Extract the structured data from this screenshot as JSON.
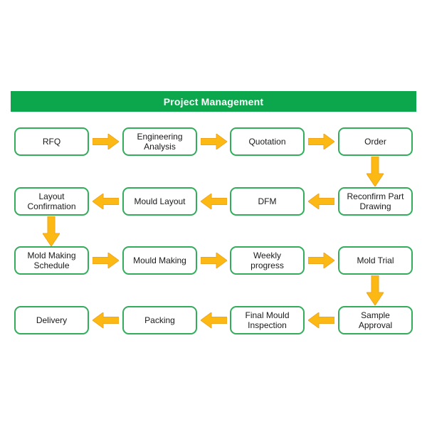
{
  "header": {
    "title": "Project Management"
  },
  "colors": {
    "header_bg": "#0CA64C",
    "header_text": "#FFFFFF",
    "box_border": "#33AD5C",
    "box_fill": "#FFFFFF",
    "arrow_fill": "#FDB913",
    "arrow_edge": "#EEA41F",
    "text": "#1A1A1A"
  },
  "flow": {
    "rows": [
      {
        "direction": "right",
        "boxes": [
          "RFQ",
          "Engineering\nAnalysis",
          "Quotation",
          "Order"
        ]
      },
      {
        "direction": "left",
        "boxes": [
          "Layout\nConfirmation",
          "Mould Layout",
          "DFM",
          "Reconfirm Part\nDrawing"
        ]
      },
      {
        "direction": "right",
        "boxes": [
          "Mold Making\nSchedule",
          "Mould Making",
          "Weekly\nprogress",
          "Mold Trial"
        ]
      },
      {
        "direction": "left",
        "boxes": [
          "Delivery",
          "Packing",
          "Final Mould\nInspection",
          "Sample\nApproval"
        ]
      }
    ],
    "vertical_connectors": [
      {
        "from": "Order",
        "to": "Reconfirm Part Drawing"
      },
      {
        "from": "Layout Confirmation",
        "to": "Mold Making Schedule"
      },
      {
        "from": "Mold Trial",
        "to": "Sample Approval"
      }
    ]
  }
}
